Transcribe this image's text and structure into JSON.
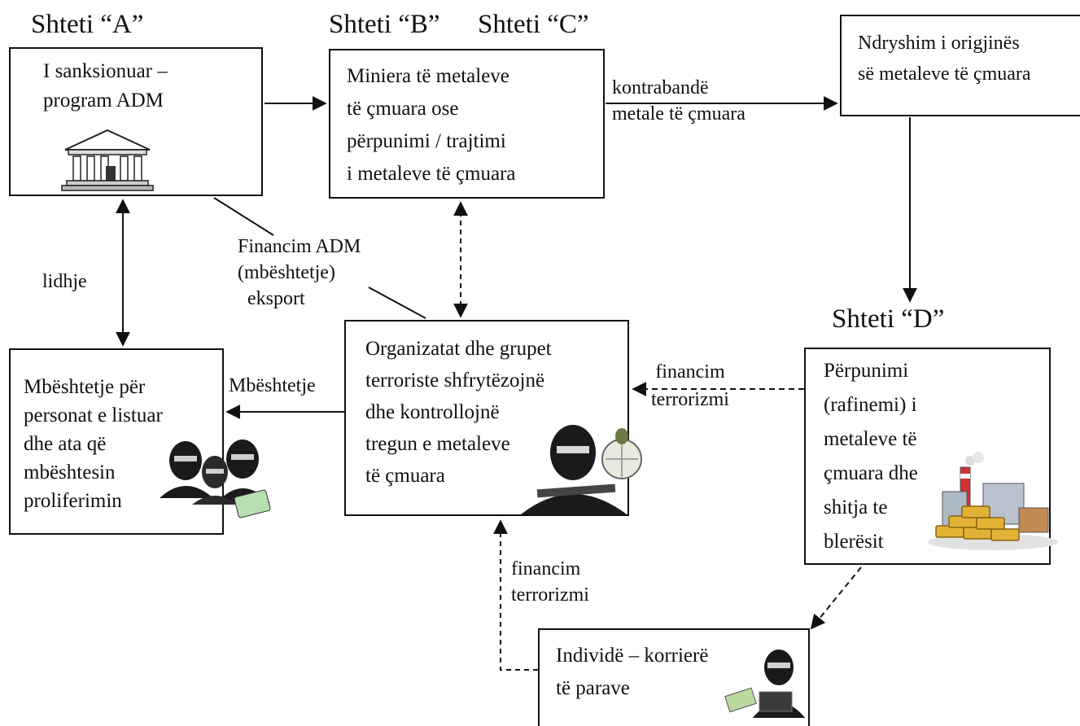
{
  "states": {
    "a": "Shteti “A”",
    "b": "Shteti “B”",
    "c": "Shteti “C”",
    "d": "Shteti “D”"
  },
  "boxes": {
    "sanctioned": "I sanksionuar –\nprogram ADM",
    "mining": "Miniera të metaleve\ntë çmuara ose\npërpunimi / trajtimi\ni metaleve të çmuara",
    "origin_change": "Ndryshim i origjinës\nsë metaleve të çmuara",
    "support": "Mbështetje për\npersonat e listuar\ndhe ata që\nmbështesin\nproliferimin",
    "terror_orgs": "Organizatat dhe grupet\nterroriste shfrytëzojnë\ndhe kontrollojnë\ntregun e metaleve\ntë çmuara",
    "refining": "Përpunimi\n(rafinemi) i\nmetaleve të\nçmuara dhe\nshitja te\nblerësit",
    "couriers": "Individë – korrierë\ntë parave"
  },
  "labels": {
    "smuggling": "kontrabandë\nmetale të çmuara",
    "link": "lidhje",
    "wmd_financing": "Financim ADM\n(mbështetje)\n  eksport",
    "support_arrow": "Mbështetje",
    "terror_financing_d": "financim\nterrorizmi",
    "terror_financing_couriers": "financim\nterrorizmi"
  },
  "icons": {
    "bank": "bank-building-icon",
    "group": "masked-group-icon",
    "terrorist": "armed-terrorist-icon",
    "gold": "gold-bars-factory-icon",
    "courier": "money-courier-icon"
  },
  "colors": {
    "line": "#111111",
    "gold": "#d9a62a",
    "mask": "#1a1a1a"
  }
}
